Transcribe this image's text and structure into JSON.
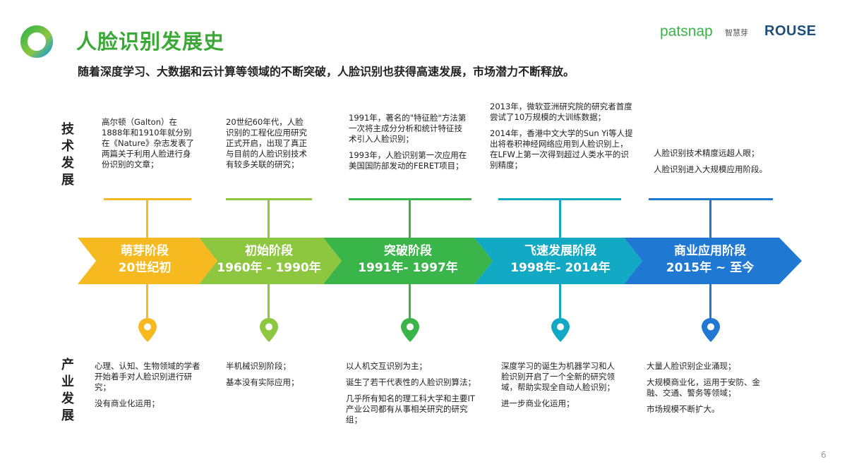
{
  "header": {
    "title": "人脸识别发展史",
    "subtitle": "随着深度学习、大数据和云计算等领域的不断突破，人脸识别也获得高速发展，市场潜力不断释放。",
    "brand_patsnap": "patsnap",
    "brand_patsnap_cn": "智慧芽",
    "brand_rouse": "ROUSE"
  },
  "labels": {
    "tech": [
      "技",
      "术",
      "发",
      "展"
    ],
    "industry": [
      "产",
      "业",
      "发",
      "展"
    ]
  },
  "colors": {
    "title_green": "#3aa935",
    "stage1": "#f6b91f",
    "stage2": "#8dc63f",
    "stage3": "#3ab54a",
    "stage4": "#11a9c4",
    "stage5": "#1f78d1"
  },
  "stages": [
    {
      "name": "萌芽阶段",
      "period": "20世纪初",
      "tech": [
        "高尔顿（Galton）在1888年和1910年就分别在《Nature》杂志发表了两篇关于利用人脸进行身份识别的文章；"
      ],
      "industry": [
        "心理、认知、生物领域的学者开始着手对人脸识别进行研究；",
        "没有商业化运用；"
      ]
    },
    {
      "name": "初始阶段",
      "period": "1960年 - 1990年",
      "tech": [
        "20世纪60年代，人脸识别的工程化应用研究正式开启，出现了真正与目前的人脸识别技术有较多关联的研究；"
      ],
      "industry": [
        "半机械识别阶段；",
        "基本没有实际应用；"
      ]
    },
    {
      "name": "突破阶段",
      "period": "1991年- 1997年",
      "tech": [
        "1991年，著名的\"特征脸\"方法第一次将主成分分析和统计特征技术引入人脸识别；",
        "1993年，人脸识别第一次应用在美国国防部发动的FERET项目；"
      ],
      "industry": [
        "以人机交互识别为主；",
        "诞生了若干代表性的人脸识别算法；",
        "几乎所有知名的理工科大学和主要IT产业公司都有从事相关研究的研究组；"
      ]
    },
    {
      "name": "飞速发展阶段",
      "period": "1998年- 2014年",
      "tech": [
        "2013年，微软亚洲研究院的研究者首度尝试了10万规模的大训练数据；",
        "2014年，香港中文大学的Sun Yi等人提出将卷积神经网络应用到人脸识别上，在LFW上第一次得到超过人类水平的识别精度；"
      ],
      "industry": [
        "深度学习的诞生为机器学习和人脸识别开启了一个全新的研究领域，帮助实现全自动人脸识别；",
        "进一步商业化运用；"
      ]
    },
    {
      "name": "商业应用阶段",
      "period": "2015年 ~ 至今",
      "tech": [
        "人脸识别技术精度远超人眼；",
        "人脸识别进入大规模应用阶段。"
      ],
      "industry": [
        "大量人脸识别企业涌现；",
        "大规模商业化，运用于安防、金融、交通、警务等领域；",
        "市场规模不断扩大。"
      ]
    }
  ],
  "page_number": "6"
}
